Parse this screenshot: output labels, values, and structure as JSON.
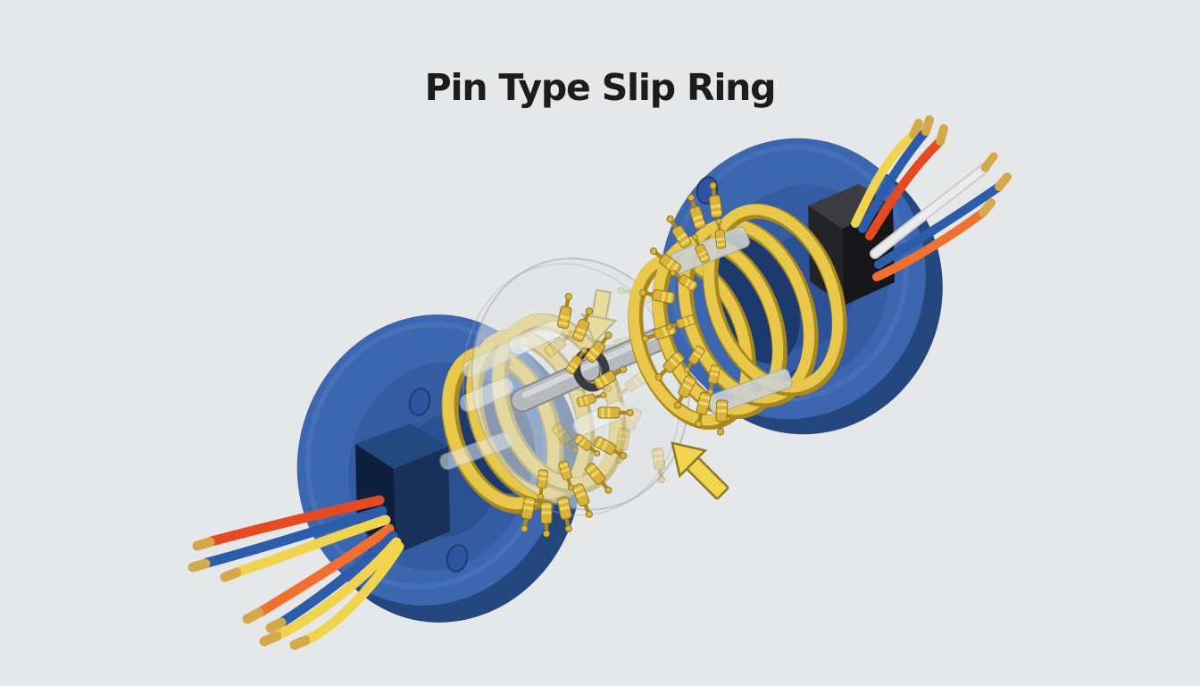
{
  "figure": {
    "title": "Pin Type Slip Ring"
  },
  "parts": {
    "left_assembly": {
      "flange": "blue mounting flange",
      "bolt_holes": 3,
      "gold_rings": 3,
      "wire_colors": [
        "red",
        "blue",
        "yellow",
        "orange",
        "blue",
        "yellow",
        "yellow"
      ]
    },
    "right_assembly": {
      "flange": "blue mounting flange",
      "bolt_holes": 2,
      "gold_rings": 4,
      "wire_colors": [
        "yellow",
        "blue",
        "red",
        "white",
        "blue",
        "orange"
      ]
    },
    "center": {
      "separator_disc": "translucent disc",
      "shaft": "gray rotor shaft with gold band",
      "o_ring": "black o-ring"
    },
    "arrows": [
      {
        "direction": "down"
      },
      {
        "direction": "up-left"
      }
    ]
  },
  "palette": {
    "bg": "#e6e7e8",
    "ink": "#1c1c1c",
    "blue": "#3c66b0",
    "blueDark": "#24477d",
    "blueShade": "#33599f",
    "blueCore": "#2a4d90",
    "holeBlue": "#2d55a2",
    "hub": "#1d3a6e",
    "navyTop": "#24497f",
    "navyFront": "#0d1f3c",
    "navySide": "#173158",
    "cubeTop": "#3c3c40",
    "cubeFront": "#17171a",
    "cubeSide": "#242428",
    "gold": "#e8c84b",
    "goldDark": "#a8891f",
    "goldLight": "#f4dd6e",
    "pinGold": "#d9b33c",
    "pinEdge": "#8f7319",
    "shaft": "#b6babd",
    "shaftHi": "#dcdfe1",
    "shaftLo": "#868a8e",
    "ghost": "#dfe5e6",
    "ghostEdge": "#9fa9ab",
    "oring": "#383d42",
    "arrow": "#f2d44e",
    "arrowEdge": "#8a7a22",
    "wred": "#e64a23",
    "worange": "#f07030",
    "wblue": "#2d5cab",
    "wyellow": "#f0d44f",
    "wwhite": "#ebebeb",
    "tip": "#d3a94a"
  }
}
